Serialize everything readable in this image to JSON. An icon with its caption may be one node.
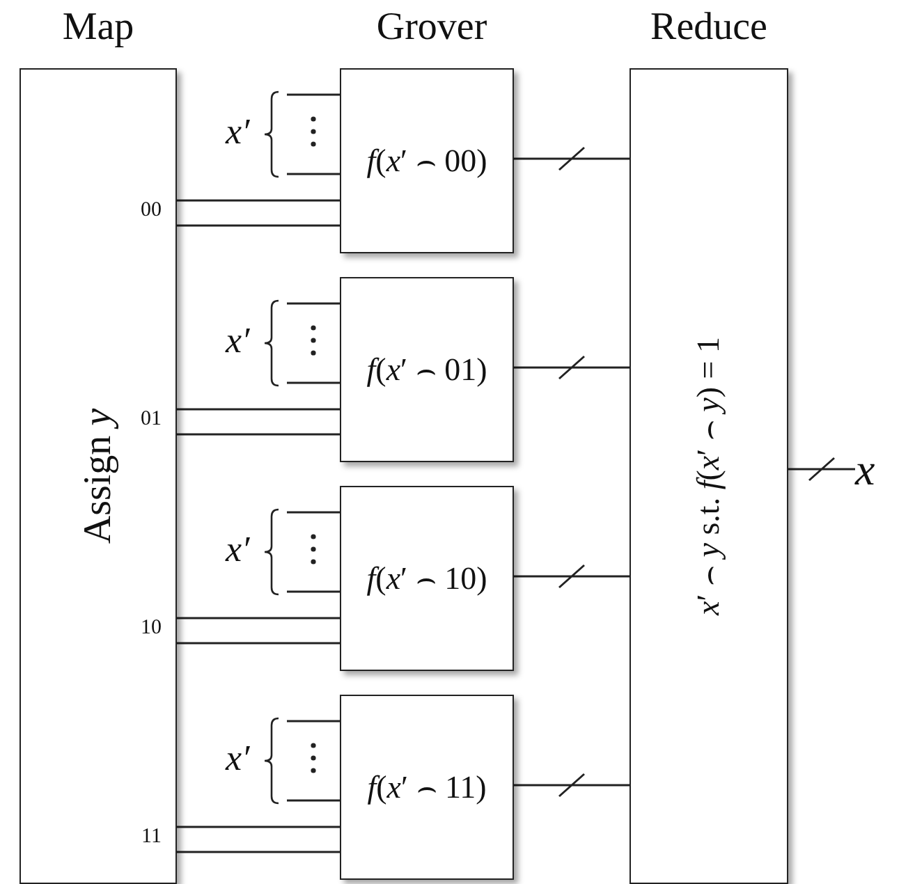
{
  "diagram": {
    "nodes": [
      {
        "text": [
          "Map",
          "Assign *y*"
        ]
      },
      {
        "text": [
          "*f*(*x*′ ⌢ 00)"
        ]
      },
      {
        "text": [
          "*f*(*x*′ ⌢ 01)"
        ]
      },
      {
        "text": [
          "*f*(*x*′ ⌢ 10)"
        ]
      },
      {
        "text": [
          "*f*(*x*′ ⌢ 11)"
        ]
      },
      {
        "text": [
          "Reduce",
          "*x*′ ⌢ *y* s.t. *f*(*x*′ ⌢ *y*) = 1"
        ]
      },
      {
        "text": [
          "x"
        ]
      }
    ],
    "edges": [
      {
        "from": 0,
        "to": 1,
        "arrow": "none",
        "label": "00"
      },
      {
        "from": 0,
        "to": 2,
        "arrow": "none",
        "label": "01"
      },
      {
        "from": 0,
        "to": 3,
        "arrow": "none",
        "label": "10"
      },
      {
        "from": 0,
        "to": 4,
        "arrow": "none",
        "label": "11"
      },
      {
        "from": null,
        "to": 1,
        "arrow": "none",
        "label": "x′"
      },
      {
        "from": null,
        "to": 2,
        "arrow": "none",
        "label": "x′"
      },
      {
        "from": null,
        "to": 3,
        "arrow": "none",
        "label": "x′"
      },
      {
        "from": null,
        "to": 4,
        "arrow": "none",
        "label": "x′"
      },
      {
        "from": 1,
        "to": 5,
        "arrow": "none"
      },
      {
        "from": 2,
        "to": 5,
        "arrow": "none"
      },
      {
        "from": 3,
        "to": 5,
        "arrow": "none"
      },
      {
        "from": 4,
        "to": 5,
        "arrow": "none"
      },
      {
        "from": 5,
        "to": 6,
        "arrow": "none"
      }
    ],
    "labels": [
      "Grover"
    ]
  }
}
